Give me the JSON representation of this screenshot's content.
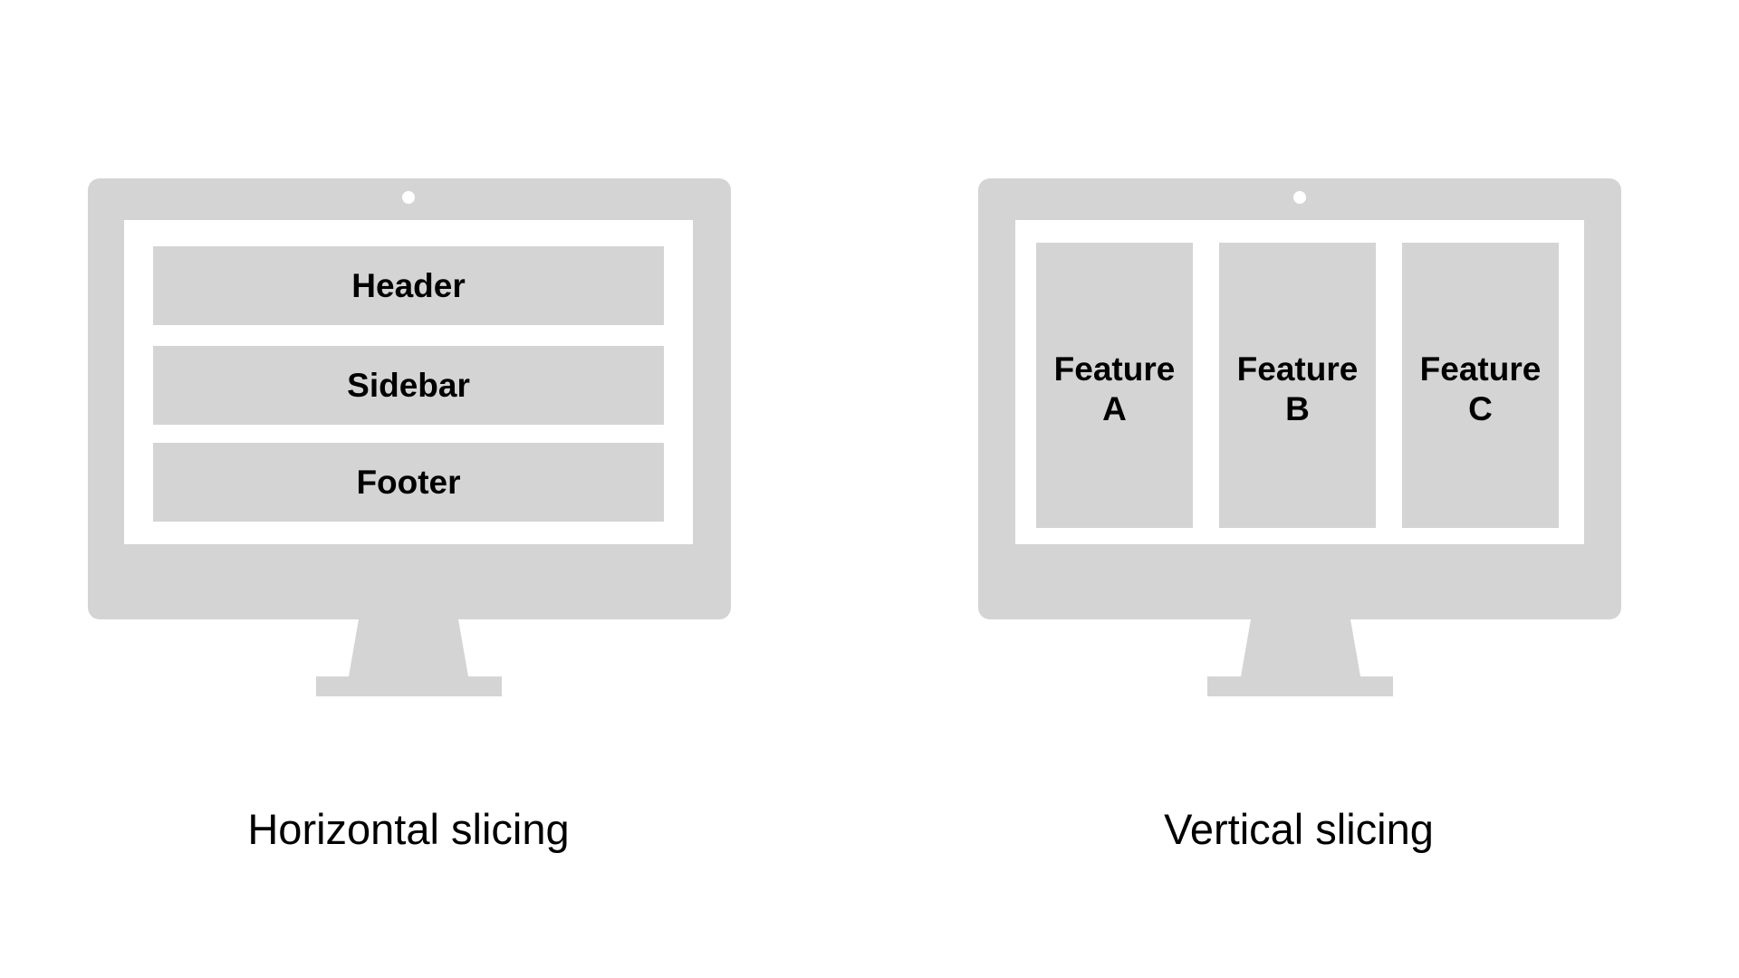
{
  "horizontal": {
    "slices": [
      "Header",
      "Sidebar",
      "Footer"
    ],
    "caption": "Horizontal slicing"
  },
  "vertical": {
    "features": [
      {
        "line1": "Feature",
        "line2": "A"
      },
      {
        "line1": "Feature",
        "line2": "B"
      },
      {
        "line1": "Feature",
        "line2": "C"
      }
    ],
    "caption": "Vertical slicing"
  },
  "colors": {
    "monitor": "#d4d4d4",
    "background": "#ffffff",
    "text": "#000000"
  }
}
